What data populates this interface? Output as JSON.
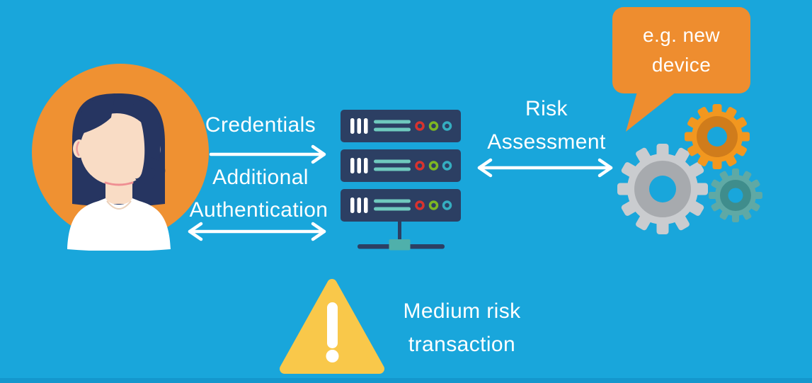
{
  "diagram": {
    "user_flow": {
      "credentials": "Credentials",
      "additional": "Additional",
      "authentication": "Authentication"
    },
    "risk_flow": {
      "risk": "Risk",
      "assessment": "Assessment"
    },
    "speech_bubble": {
      "line1": "e.g. new",
      "line2": "device"
    },
    "warning": {
      "line1": "Medium risk",
      "line2": "transaction"
    },
    "icons": {
      "user": "woman-avatar-icon",
      "server": "server-stack-icon",
      "risk_engine": "gears-icon",
      "alert": "warning-triangle-icon",
      "credentials_arrow": "arrow-right-icon",
      "authentication_arrow": "arrow-double-icon",
      "risk_assessment_arrow": "arrow-double-icon"
    },
    "colors": {
      "background": "#19a6db",
      "footer_bar": "#1497cd",
      "text": "#ffffff",
      "avatar_circle": "#ef9132",
      "hair": "#263561",
      "skin": "#f9dcc5",
      "shirt": "#ffffff",
      "server_box": "#2c3f63",
      "server_stripe": "#6fcabe",
      "led_red": "#d8322e",
      "led_green": "#7db623",
      "led_teal": "#35aec0",
      "connector": "#4fb0ab",
      "bubble": "#ee8d2f",
      "gear_orange": "#f2971f",
      "gear_orange_ring": "#d07c1b",
      "gear_gray": "#cacccf",
      "gear_gray_ring": "#a7aaae",
      "gear_teal": "#5fa9a5",
      "gear_teal_ring": "#3f8d8c",
      "warning_yellow": "#f9c84a"
    }
  }
}
